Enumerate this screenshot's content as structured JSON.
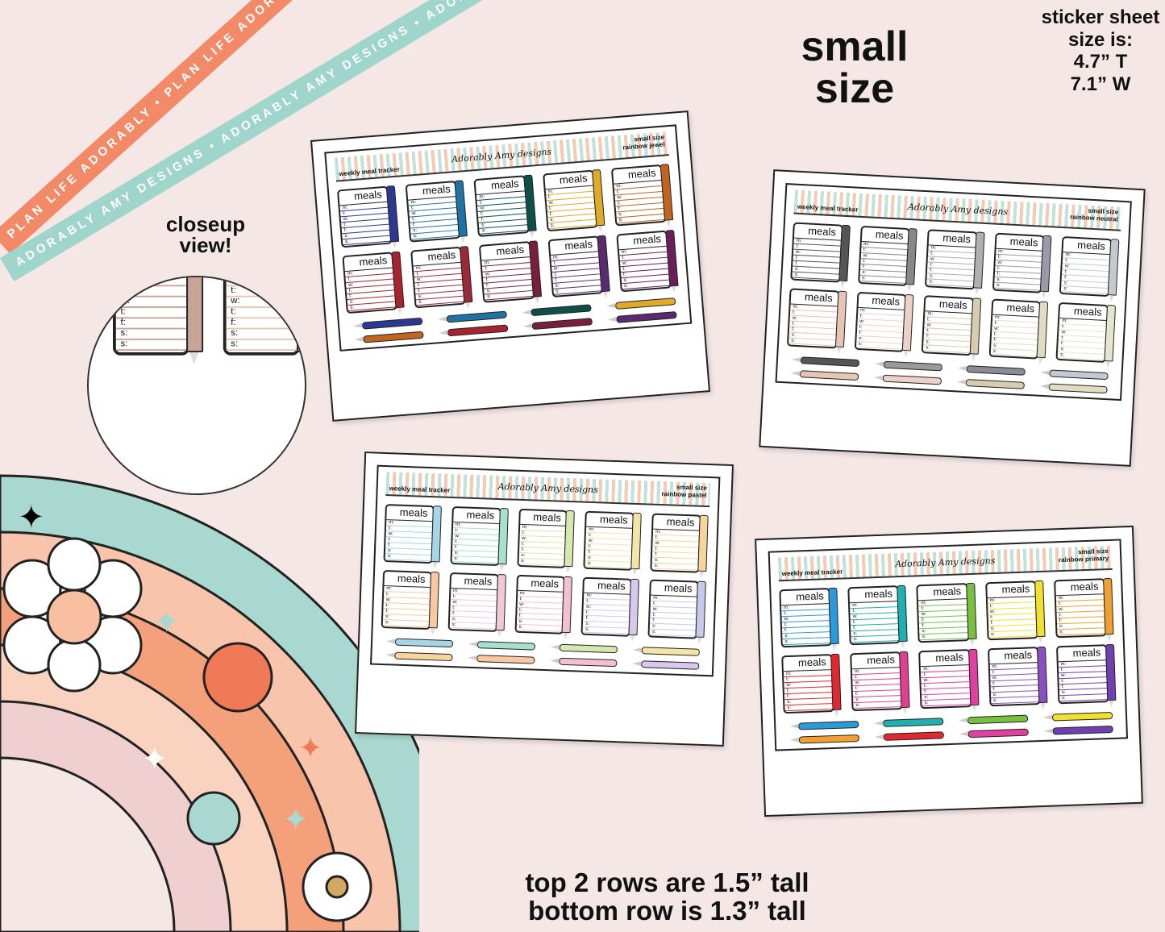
{
  "banners": {
    "orange": "PLAN LIFE ADORABLY • PLAN LIFE ADORABLY • PLAN LIFE ADORABLY",
    "teal": "ADORABLY AMY DESIGNS • ADORABLY AMY DESIGNS • ADORABLY AMY DESIGNS"
  },
  "closeup": {
    "line1": "closeup",
    "line2": "view!"
  },
  "size": {
    "line1": "small",
    "line2": "size"
  },
  "sheet_size": {
    "line1": "sticker sheet",
    "line2": "size is:",
    "line3": "4.7” T",
    "line4": "7.1” W"
  },
  "footer": {
    "line1": "top 2 rows are 1.5” tall",
    "line2": "bottom row is 1.3” tall"
  },
  "sticker": {
    "title": "meals",
    "days": [
      "m:",
      "t:",
      "w:",
      "t:",
      "f:",
      "s:",
      "s:"
    ]
  },
  "sheets": [
    {
      "title": "weekly meal tracker",
      "logo": "Adorably Amy designs",
      "size": "small size",
      "theme": "rainbow jewel",
      "colors": [
        "#2b3a90",
        "#1f72a4",
        "#0f4f4a",
        "#e0a92a",
        "#c0641f",
        "#a82330",
        "#9a2a3a",
        "#7a1f3a",
        "#5a2a70",
        "#6a1f5a"
      ],
      "pens": [
        "#2b3a90",
        "#1f72a4",
        "#0f4f4a",
        "#e0a92a",
        "#c0641f",
        "#a82330",
        "#7a1f3a",
        "#5a2a70"
      ]
    },
    {
      "title": "weekly meal tracker",
      "logo": "Adorably Amy designs",
      "size": "small size",
      "theme": "rainbow neutral",
      "colors": [
        "#555555",
        "#888888",
        "#b0b0b0",
        "#9a9aa8",
        "#c4c8d0",
        "#e8c4b4",
        "#ecd2c6",
        "#d8ccb0",
        "#e0dcc4",
        "#e6e6d0"
      ],
      "pens": [
        "#555555",
        "#9a9a9a",
        "#8a8a98",
        "#c4c8d0",
        "#e8c4b4",
        "#ecd2c6",
        "#d8ccb0",
        "#e0dcc4"
      ]
    },
    {
      "title": "weekly meal tracker",
      "logo": "Adorably Amy designs",
      "size": "small size",
      "theme": "rainbow pastel",
      "colors": [
        "#a8d4e8",
        "#a8e0d0",
        "#d4e8b0",
        "#f4e4a8",
        "#f8d49c",
        "#f8c8a0",
        "#f0c8d8",
        "#f4c0d0",
        "#d8c8ec",
        "#c8c8ec"
      ],
      "pens": [
        "#a8d4e8",
        "#a8e0d0",
        "#d4e8b0",
        "#f4e4a8",
        "#f8d49c",
        "#f8c8a0",
        "#f4c0d0",
        "#d8c8ec"
      ]
    },
    {
      "title": "weekly meal tracker",
      "logo": "Adorably Amy designs",
      "size": "small size",
      "theme": "rainbow primary",
      "colors": [
        "#2a9ad8",
        "#20b0b0",
        "#7ac040",
        "#f0e030",
        "#f0a030",
        "#e02830",
        "#e04090",
        "#e040a0",
        "#8a50c0",
        "#7040b0"
      ],
      "pens": [
        "#2a9ad8",
        "#20b0b0",
        "#7ac040",
        "#f0e030",
        "#f0a030",
        "#e02830",
        "#e040a0",
        "#7040b0"
      ]
    }
  ]
}
